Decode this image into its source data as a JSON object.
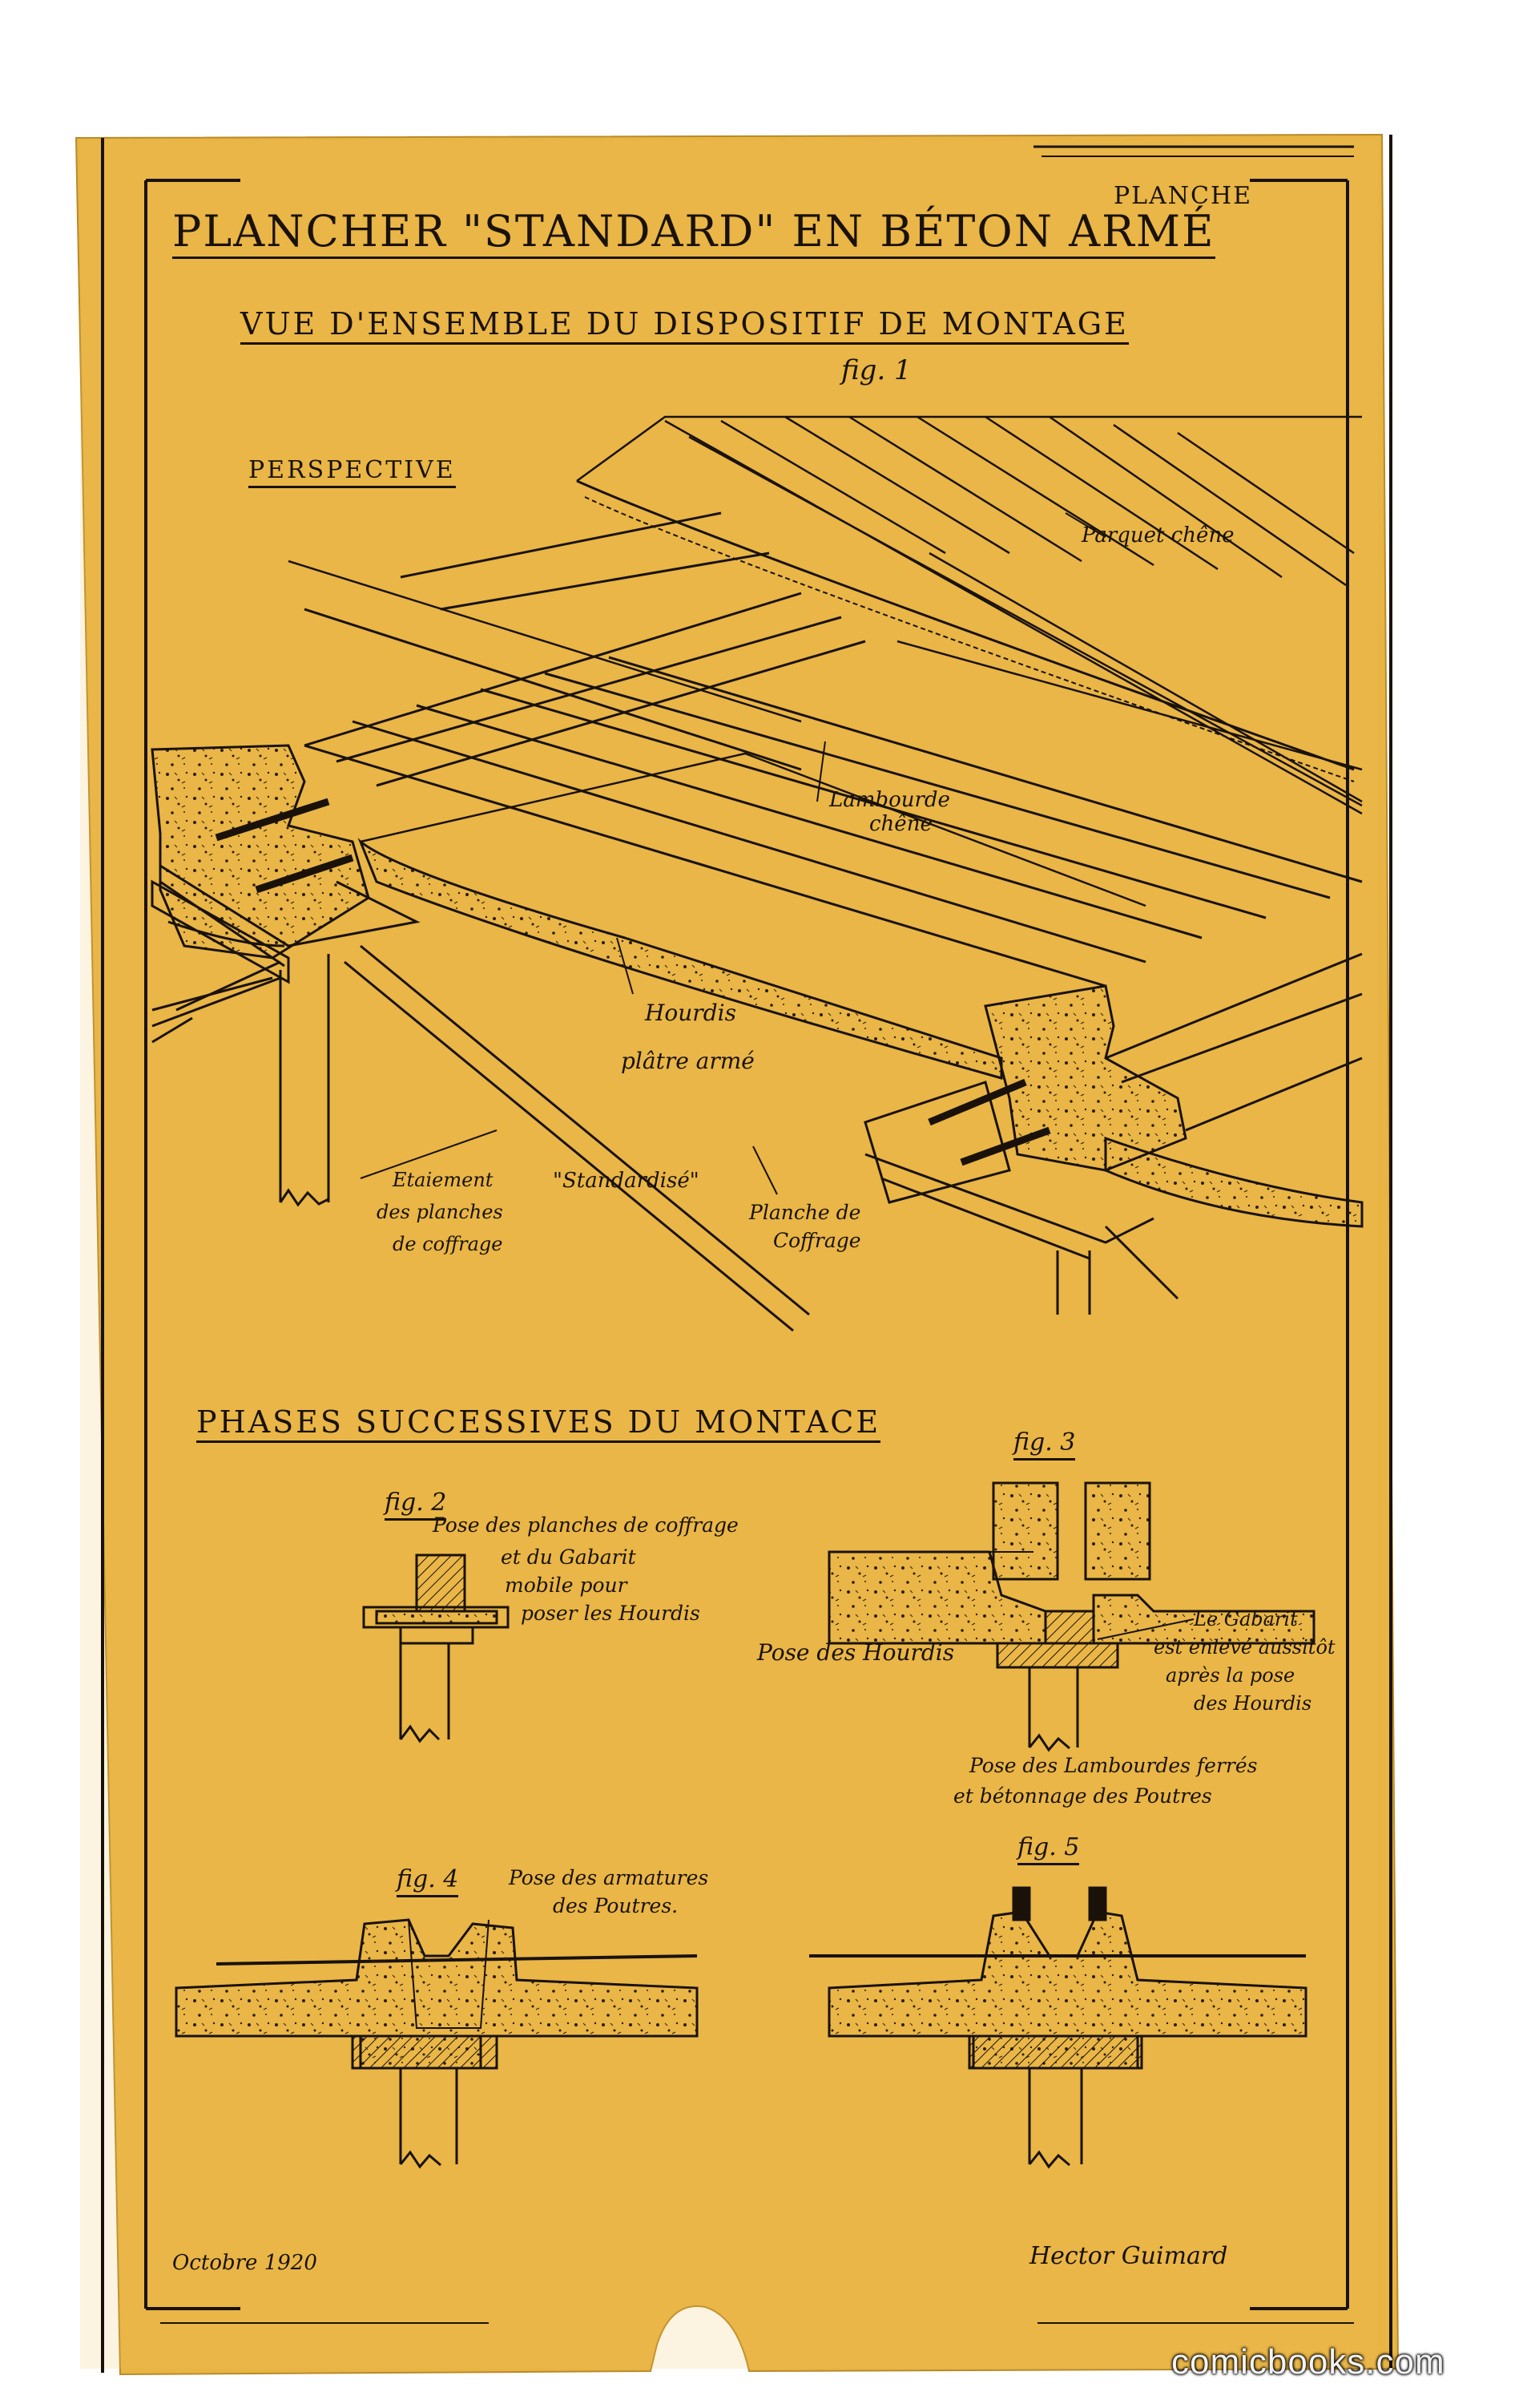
{
  "header": {
    "title": "PLANCHER \"STANDARD\" EN BÉTON ARMÉ",
    "plate_word": "PLANCHE"
  },
  "fig1": {
    "section_title": "VUE D'ENSEMBLE DU DISPOSITIF DE MONTAGE",
    "fig_label": "fig. 1",
    "view_label": "PERSPECTIVE",
    "annotations": {
      "parquet": "Parquet chêne",
      "lambourde_1": "Lambourde",
      "lambourde_2": "chêne",
      "hourdis_1": "Hourdis",
      "hourdis_2": "plâtre armé",
      "etaiement_1": "Etaiement",
      "etaiement_2": "des planches",
      "etaiement_3": "de coffrage",
      "standardise": "\"Standardisé\"",
      "planche_1": "Planche de",
      "planche_2": "Coffrage"
    }
  },
  "phases": {
    "section_title": "PHASES SUCCESSIVES DU MONTACE",
    "fig2": {
      "label": "fig. 2",
      "caption_1": "Pose des planches de coffrage",
      "caption_2": "et du Gabarit",
      "caption_3": "mobile pour",
      "caption_4": "poser les Hourdis"
    },
    "fig3": {
      "label": "fig. 3",
      "caption": "Pose des Hourdis",
      "note_1": "Le Gabarit",
      "note_2": "est enlevé aussitôt",
      "note_3": "après la pose",
      "note_4": "des Hourdis",
      "next_1": "Pose des Lambourdes ferrés",
      "next_2": "et bétonnage des Poutres"
    },
    "fig4": {
      "label": "fig. 4",
      "caption_1": "Pose des armatures",
      "caption_2": "des Poutres."
    },
    "fig5": {
      "label": "fig. 5"
    }
  },
  "footer": {
    "date": "Octobre 1920",
    "signature": "Hector Guimard"
  },
  "watermark": "comicbooks.com",
  "colors": {
    "paper": "#e8b444",
    "ink": "#1a1208",
    "background": "#ffffff"
  }
}
